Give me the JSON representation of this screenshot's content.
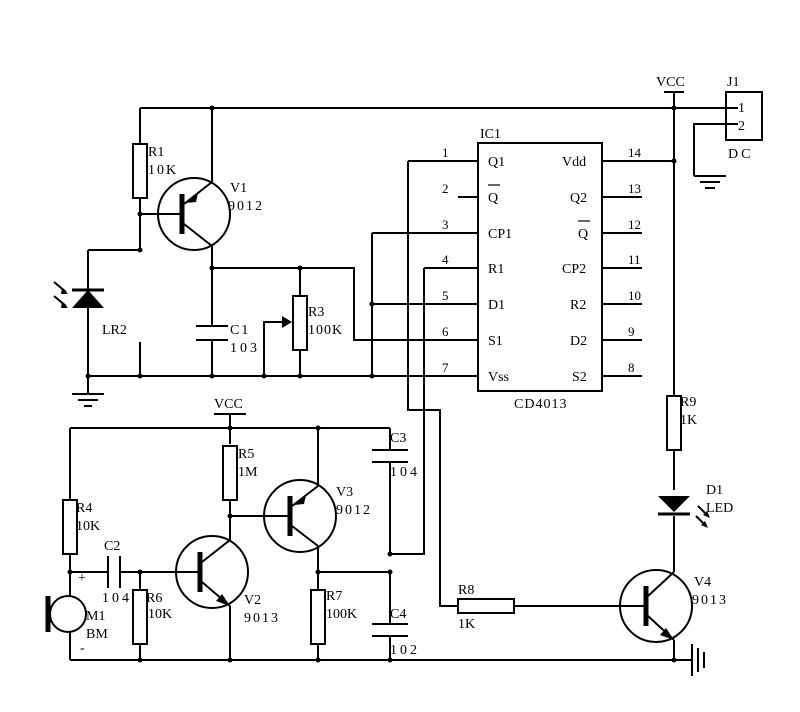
{
  "labels": {
    "vcc_top": "VCC",
    "vcc_bottom": "VCC",
    "j1": "J1",
    "j1_pin1": "1",
    "j1_pin2": "2",
    "dc": "DC",
    "ic1": "IC1",
    "ic_part": "CD4013",
    "r1": "R1",
    "r1_val": "10K",
    "v1": "V1",
    "v1_val": "9012",
    "lr2": "LR2",
    "c1": "C1",
    "c1_val": "103",
    "r3": "R3",
    "r3_val": "100K",
    "r9": "R9",
    "r9_val": "1K",
    "d1": "D1",
    "d1_val": "LED",
    "r5": "R5",
    "r5_val": "1M",
    "c3": "C3",
    "c3_val": "104",
    "v3": "V3",
    "v3_val": "9012",
    "r4": "R4",
    "r4_val": "10K",
    "c2": "C2",
    "c2_val": "104",
    "v2": "V2",
    "v2_val": "9013",
    "r6": "R6",
    "r6_val": "10K",
    "r7": "R7",
    "r7_val": "100K",
    "c4": "C4",
    "c4_val": "102",
    "r8": "R8",
    "r8_val": "1K",
    "v4": "V4",
    "v4_val": "9013",
    "m1": "M1",
    "bm": "BM",
    "plus": "+",
    "minus": "-"
  },
  "ic_pins_left": [
    {
      "num": "1",
      "name": "Q1"
    },
    {
      "num": "2",
      "name": "Q"
    },
    {
      "num": "3",
      "name": "CP1"
    },
    {
      "num": "4",
      "name": "R1"
    },
    {
      "num": "5",
      "name": "D1"
    },
    {
      "num": "6",
      "name": "S1"
    },
    {
      "num": "7",
      "name": "Vss"
    }
  ],
  "ic_pins_right": [
    {
      "num": "14",
      "name": "Vdd"
    },
    {
      "num": "13",
      "name": "Q2"
    },
    {
      "num": "12",
      "name": "Q"
    },
    {
      "num": "11",
      "name": "CP2"
    },
    {
      "num": "10",
      "name": "R2"
    },
    {
      "num": "9",
      "name": "D2"
    },
    {
      "num": "8",
      "name": "S2"
    }
  ]
}
